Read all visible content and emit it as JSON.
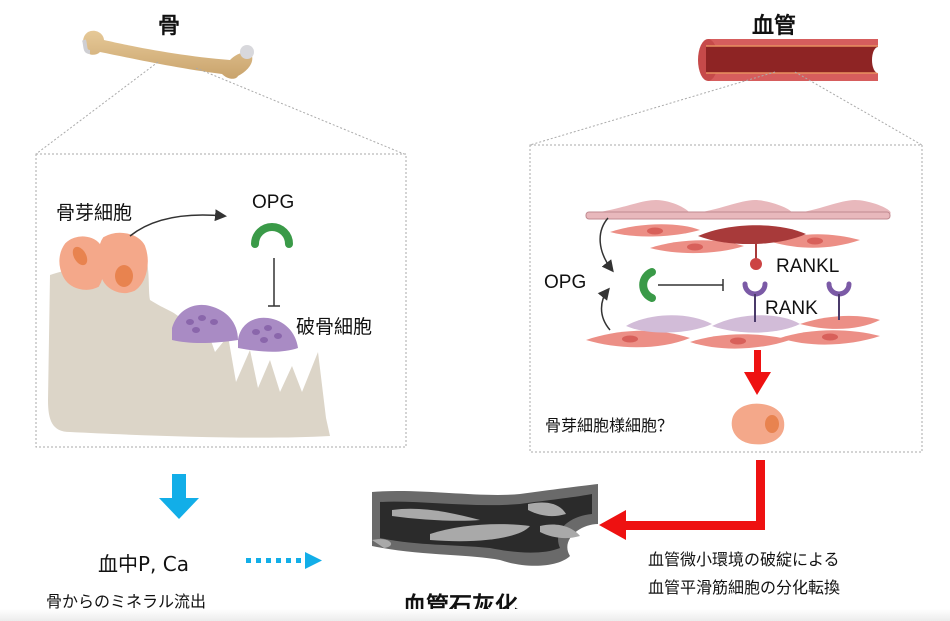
{
  "sections": {
    "bone": {
      "title": "骨"
    },
    "vessel": {
      "title": "血管"
    }
  },
  "bone_panel": {
    "osteoblast_label": "骨芽細胞",
    "opg_label": "OPG",
    "osteoclast_label": "破骨細胞"
  },
  "vessel_panel": {
    "opg_label": "OPG",
    "rankl_label": "RANKL",
    "rank_label": "RANK",
    "osteoblast_like_label": "骨芽細胞様細胞？"
  },
  "bottom": {
    "blood_label": "血中P, Ca",
    "mineral_outflow_label": "骨からのミネラル流出",
    "calcification_label": "血管石灰化",
    "vessel_explanation_line1": "血管微小環境の破綻による",
    "vessel_explanation_line2": "血管平滑筋細胞の分化転換"
  },
  "colors": {
    "blue_arrow": "#12aee8",
    "red_arrow": "#ee1111",
    "opg_green": "#3a9a48",
    "osteoclast_purple": "#a98bc4",
    "osteoblast_orange": "#f4a88a",
    "bone_matrix": "#dcd5c8",
    "smooth_muscle": "#ec8f86",
    "vessel_red": "#8e2424"
  }
}
